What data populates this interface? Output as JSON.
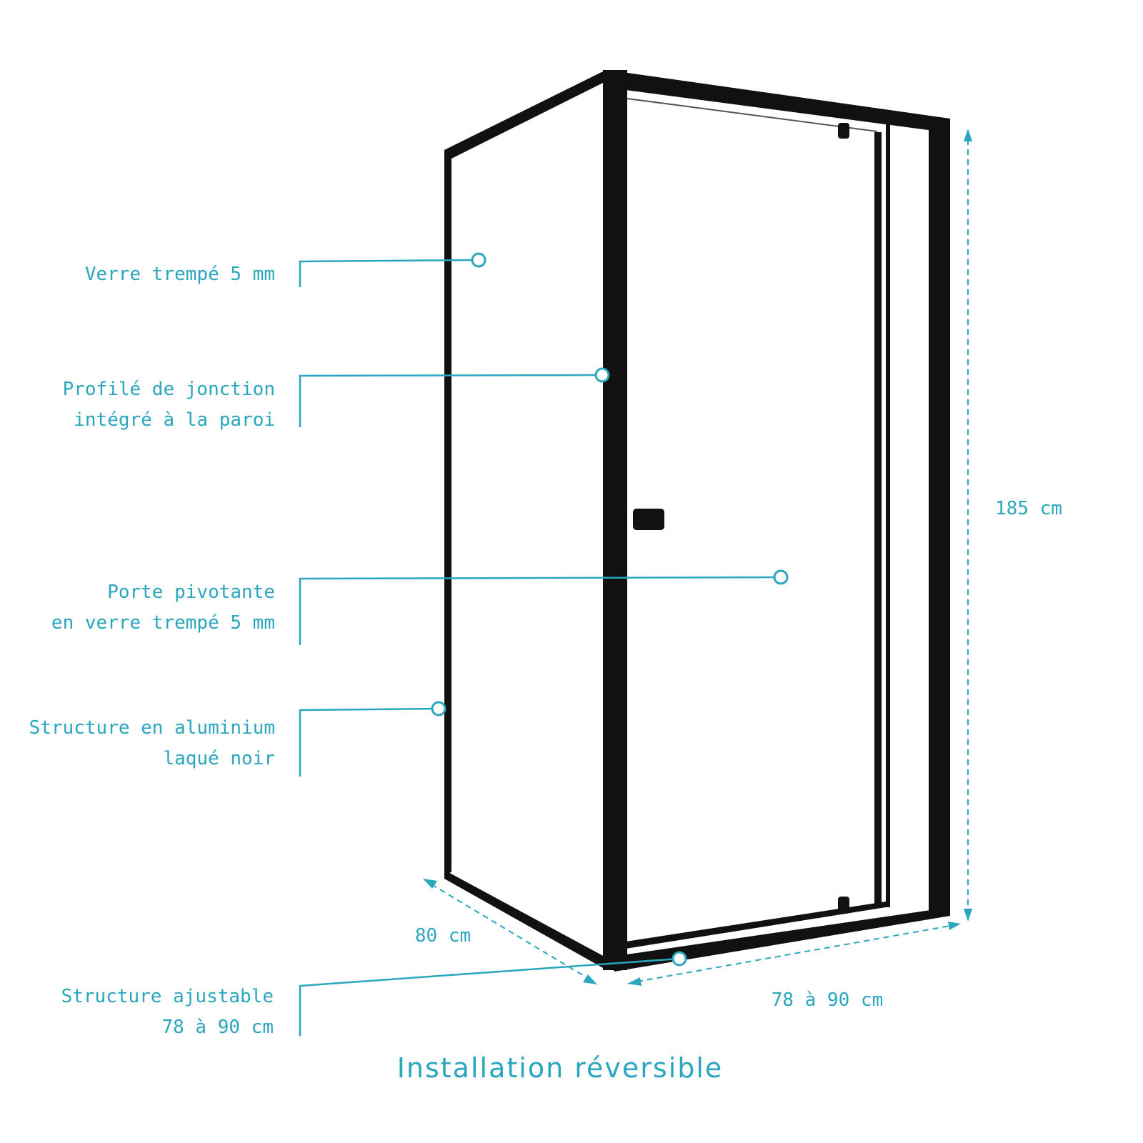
{
  "labels": {
    "glass": "Verre trempé 5 mm",
    "profile_1": "Profilé de jonction",
    "profile_2": "intégré à la paroi",
    "door_1": "Porte pivotante",
    "door_2": "en verre trempé 5 mm",
    "structure_1": "Structure en aluminium",
    "structure_2": "laqué noir",
    "adjustable_1": "Structure ajustable",
    "adjustable_2": "78 à 90 cm"
  },
  "dimensions": {
    "height": "185 cm",
    "depth": "80 cm",
    "width": "78 à 90 cm"
  },
  "footer": "Installation réversible",
  "colors": {
    "accent": "#2aa6bf",
    "frame": "#111111"
  }
}
